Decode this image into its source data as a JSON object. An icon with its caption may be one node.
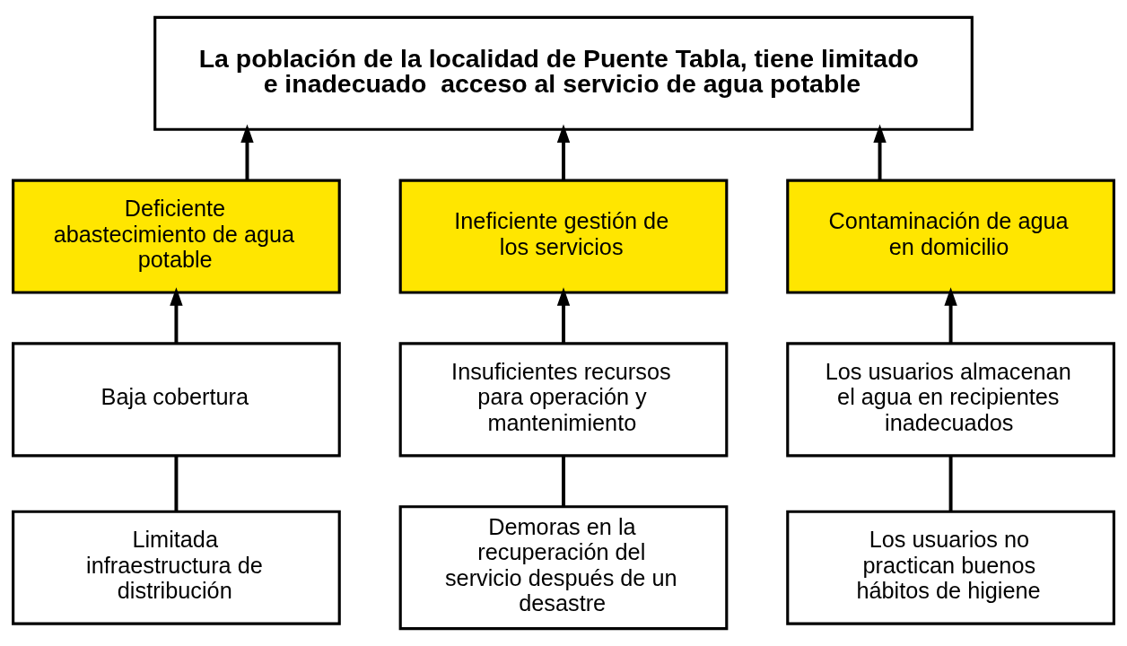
{
  "diagram": {
    "nodes": [
      {
        "text": [
          "La población de la localidad de Puente Tabla, tiene limitado e inadecuado  acceso al servicio de agua potable"
        ]
      },
      {
        "text": [
          "Deficiente abastecimiento de agua potable"
        ]
      },
      {
        "text": [
          "Ineficiente gestión de los servicios"
        ]
      },
      {
        "text": [
          "Contaminación de agua en domicilio"
        ]
      },
      {
        "text": [
          "Baja cobertura"
        ]
      },
      {
        "text": [
          "Insuficientes recursos para operación y mantenimiento"
        ]
      },
      {
        "text": [
          "Los usuarios almacenan el agua en recipientes inadecuados"
        ]
      },
      {
        "text": [
          "Limitada infraestructura de distribución"
        ]
      },
      {
        "text": [
          "Demoras en la recuperación del servicio después de un desastre"
        ]
      },
      {
        "text": [
          "Los usuarios no practican buenos hábitos de higiene"
        ]
      }
    ],
    "edges": [
      {
        "from": 1,
        "to": 0,
        "arrow": "to"
      },
      {
        "from": 2,
        "to": 0,
        "arrow": "to"
      },
      {
        "from": 3,
        "to": 0,
        "arrow": "to"
      },
      {
        "from": 4,
        "to": 1,
        "arrow": "to"
      },
      {
        "from": 5,
        "to": 2,
        "arrow": "to"
      },
      {
        "from": 6,
        "to": 3,
        "arrow": "to"
      },
      {
        "from": 7,
        "to": 4,
        "arrow": "none"
      },
      {
        "from": 8,
        "to": 5,
        "arrow": "none"
      },
      {
        "from": 9,
        "to": 6,
        "arrow": "none"
      }
    ]
  }
}
